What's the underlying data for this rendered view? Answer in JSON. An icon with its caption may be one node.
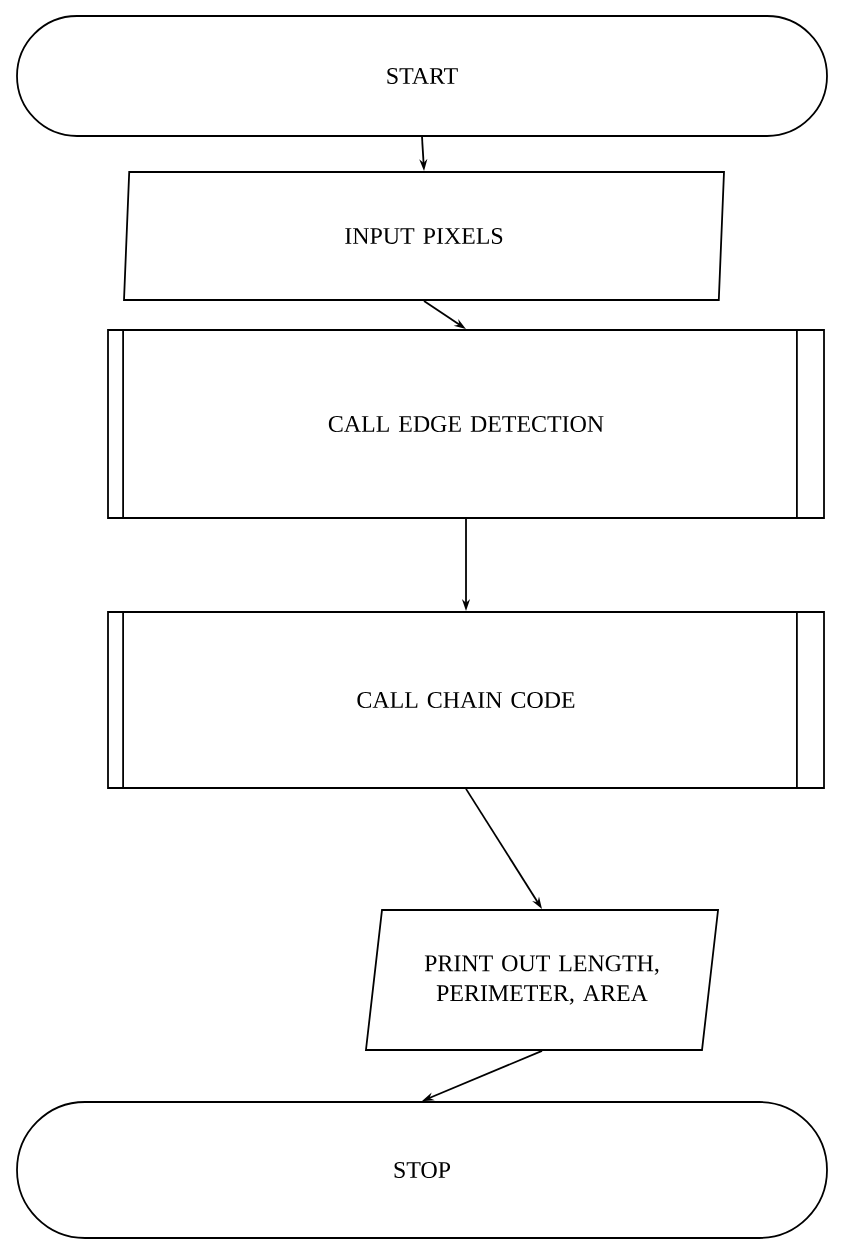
{
  "diagram": {
    "nodes": [
      {
        "text": [
          "START"
        ]
      },
      {
        "text": [
          "INPUT PIXELS"
        ]
      },
      {
        "text": [
          "CALL EDGE DETECTION"
        ]
      },
      {
        "text": [
          "CALL CHAIN CODE"
        ]
      },
      {
        "text": [
          "PRINT OUT LENGTH, PERIMETER, AREA"
        ]
      },
      {
        "text": [
          "STOP"
        ]
      }
    ],
    "edges": [
      {
        "from": 0,
        "to": 1,
        "arrow": "to"
      },
      {
        "from": 1,
        "to": 2,
        "arrow": "to"
      },
      {
        "from": 2,
        "to": 3,
        "arrow": "to"
      },
      {
        "from": 3,
        "to": 4,
        "arrow": "to"
      },
      {
        "from": 4,
        "to": 5,
        "arrow": "to"
      }
    ]
  }
}
